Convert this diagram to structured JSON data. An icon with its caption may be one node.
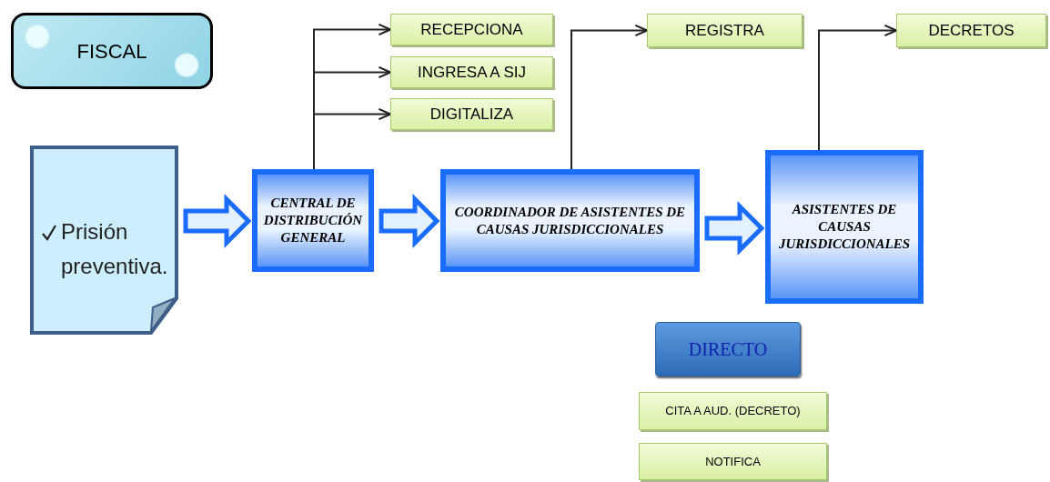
{
  "diagram": {
    "nodes": [
      {
        "text": [
          "FISCAL"
        ]
      },
      {
        "text": [
          "RECEPCIONA"
        ]
      },
      {
        "text": [
          "INGRESA A SIJ"
        ]
      },
      {
        "text": [
          "DIGITALIZA"
        ]
      },
      {
        "text": [
          "REGISTRA"
        ]
      },
      {
        "text": [
          "DECRETOS"
        ]
      },
      {
        "text": [
          "Prisión preventiva."
        ]
      },
      {
        "text": [
          "CENTRAL DE DISTRIBUCIÓN GENERAL"
        ]
      },
      {
        "text": [
          "COORDINADOR DE ASISTENTES DE CAUSAS JURISDICCIONALES"
        ]
      },
      {
        "text": [
          "ASISTENTES DE CAUSAS JURISDICCIONALES"
        ]
      },
      {
        "text": [
          "DIRECTO"
        ]
      },
      {
        "text": [
          "CITA A AUD. (DECRETO)"
        ]
      },
      {
        "text": [
          "NOTIFICA"
        ]
      }
    ],
    "edges": [
      {
        "from": 6,
        "to": 7,
        "arrow": "to",
        "style": "thick"
      },
      {
        "from": 7,
        "to": 8,
        "arrow": "to",
        "style": "thick"
      },
      {
        "from": 8,
        "to": 9,
        "arrow": "to",
        "style": "thick"
      },
      {
        "from": 7,
        "to": 1,
        "arrow": "to"
      },
      {
        "from": 7,
        "to": 2,
        "arrow": "to"
      },
      {
        "from": 7,
        "to": 3,
        "arrow": "to"
      },
      {
        "from": 8,
        "to": 4,
        "arrow": "to"
      },
      {
        "from": 9,
        "to": 5,
        "arrow": "to"
      }
    ]
  }
}
